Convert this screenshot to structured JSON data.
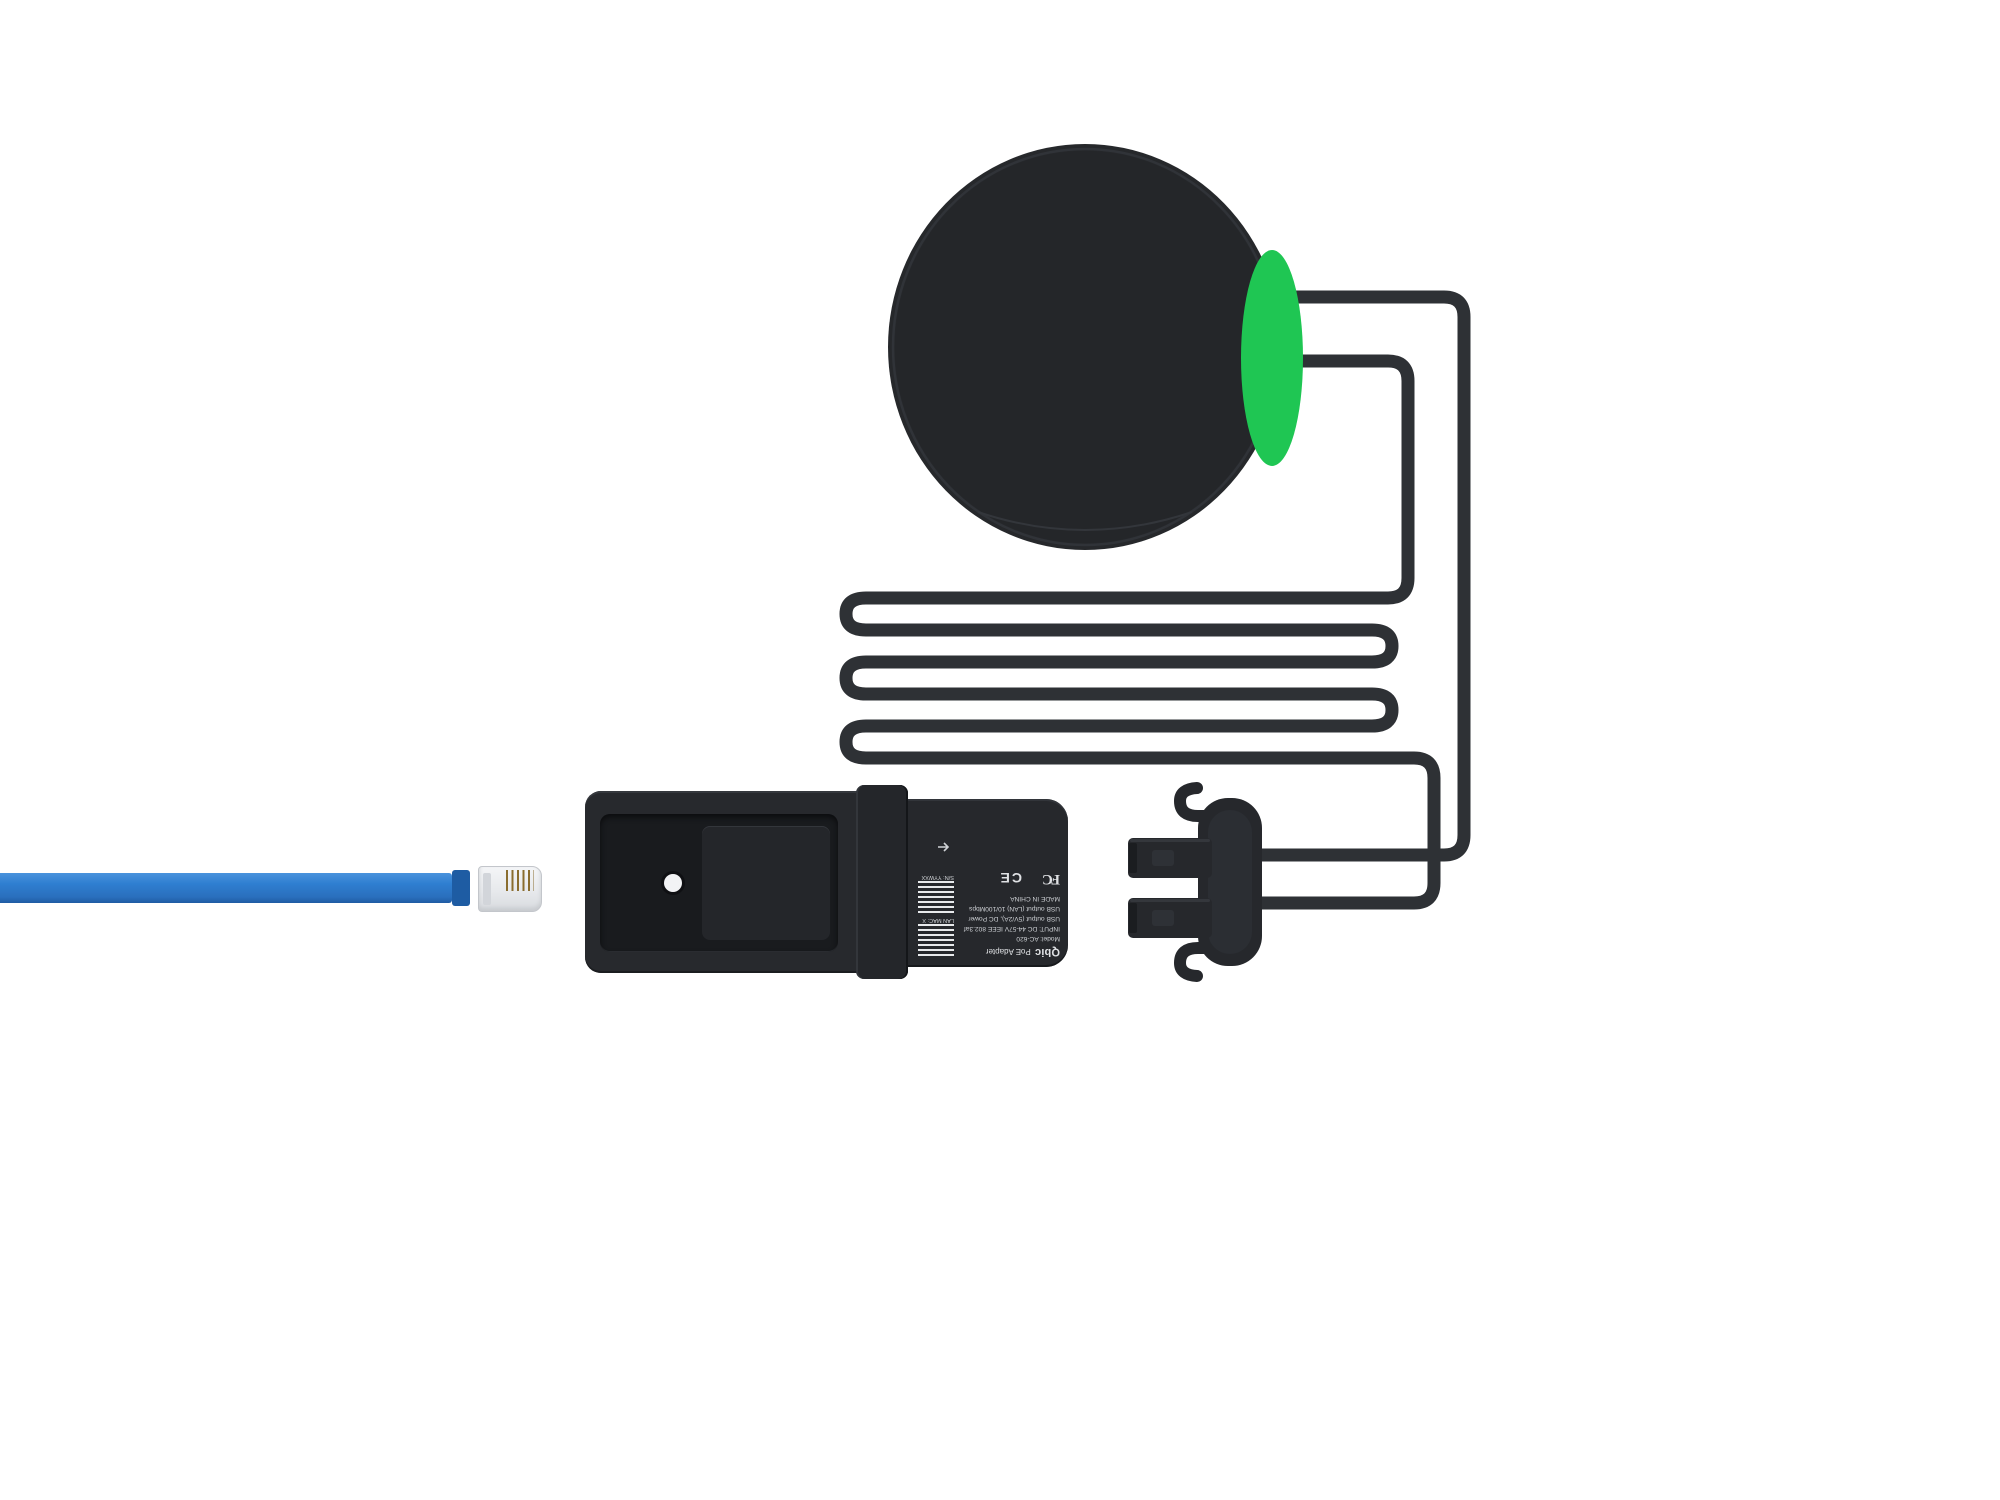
{
  "colors": {
    "background": "#ffffff",
    "device_body": "#27292d",
    "cable": "#2e3135",
    "accent_green": "#1fc653",
    "ethernet_blue": "#2f7fd1",
    "label_text": "#dfe1e4",
    "rj45_pins": "#8a6d2f"
  },
  "adapter_label": {
    "brand": "Qbic",
    "product": "PoE Adapter",
    "model": "Model: AC-620",
    "input": "INPUT: DC 44-57V IEEE 802.3af",
    "usb_power": "USB output (5V/2A), DC Power",
    "usb_lan": "USB output (LAN)  10/100Mbps",
    "made_in": "MADE IN CHINA",
    "lan_mac": "LAN MAC: X",
    "serial": "S/N: YYWXX",
    "fcc": "FC",
    "ce": "CE"
  }
}
